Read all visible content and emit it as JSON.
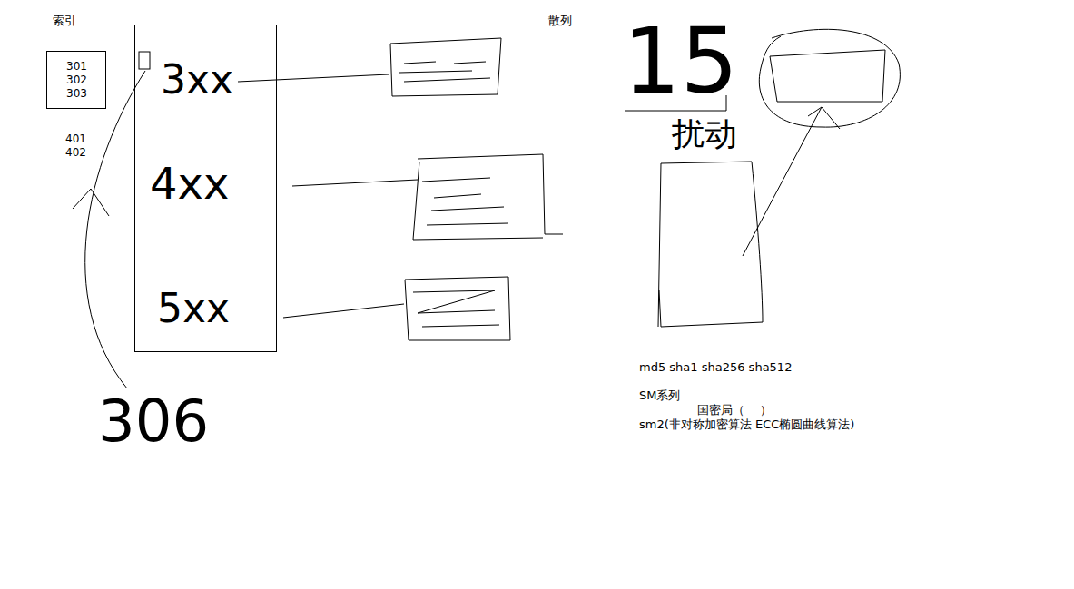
{
  "diagram": {
    "nodes": [
      {
        "text": [
          "301",
          "302",
          "303"
        ]
      },
      {
        "text": [
          "3xx",
          "4xx",
          "5xx"
        ]
      }
    ],
    "labels": [
      "索引",
      "401",
      "402",
      "306",
      "散列",
      "15",
      "扰动",
      "md5 sha1 sha256 sha512",
      "SM系列",
      "国密局（    ）",
      "sm2(非对称加密算法 ECC椭圆曲线算法)"
    ]
  }
}
